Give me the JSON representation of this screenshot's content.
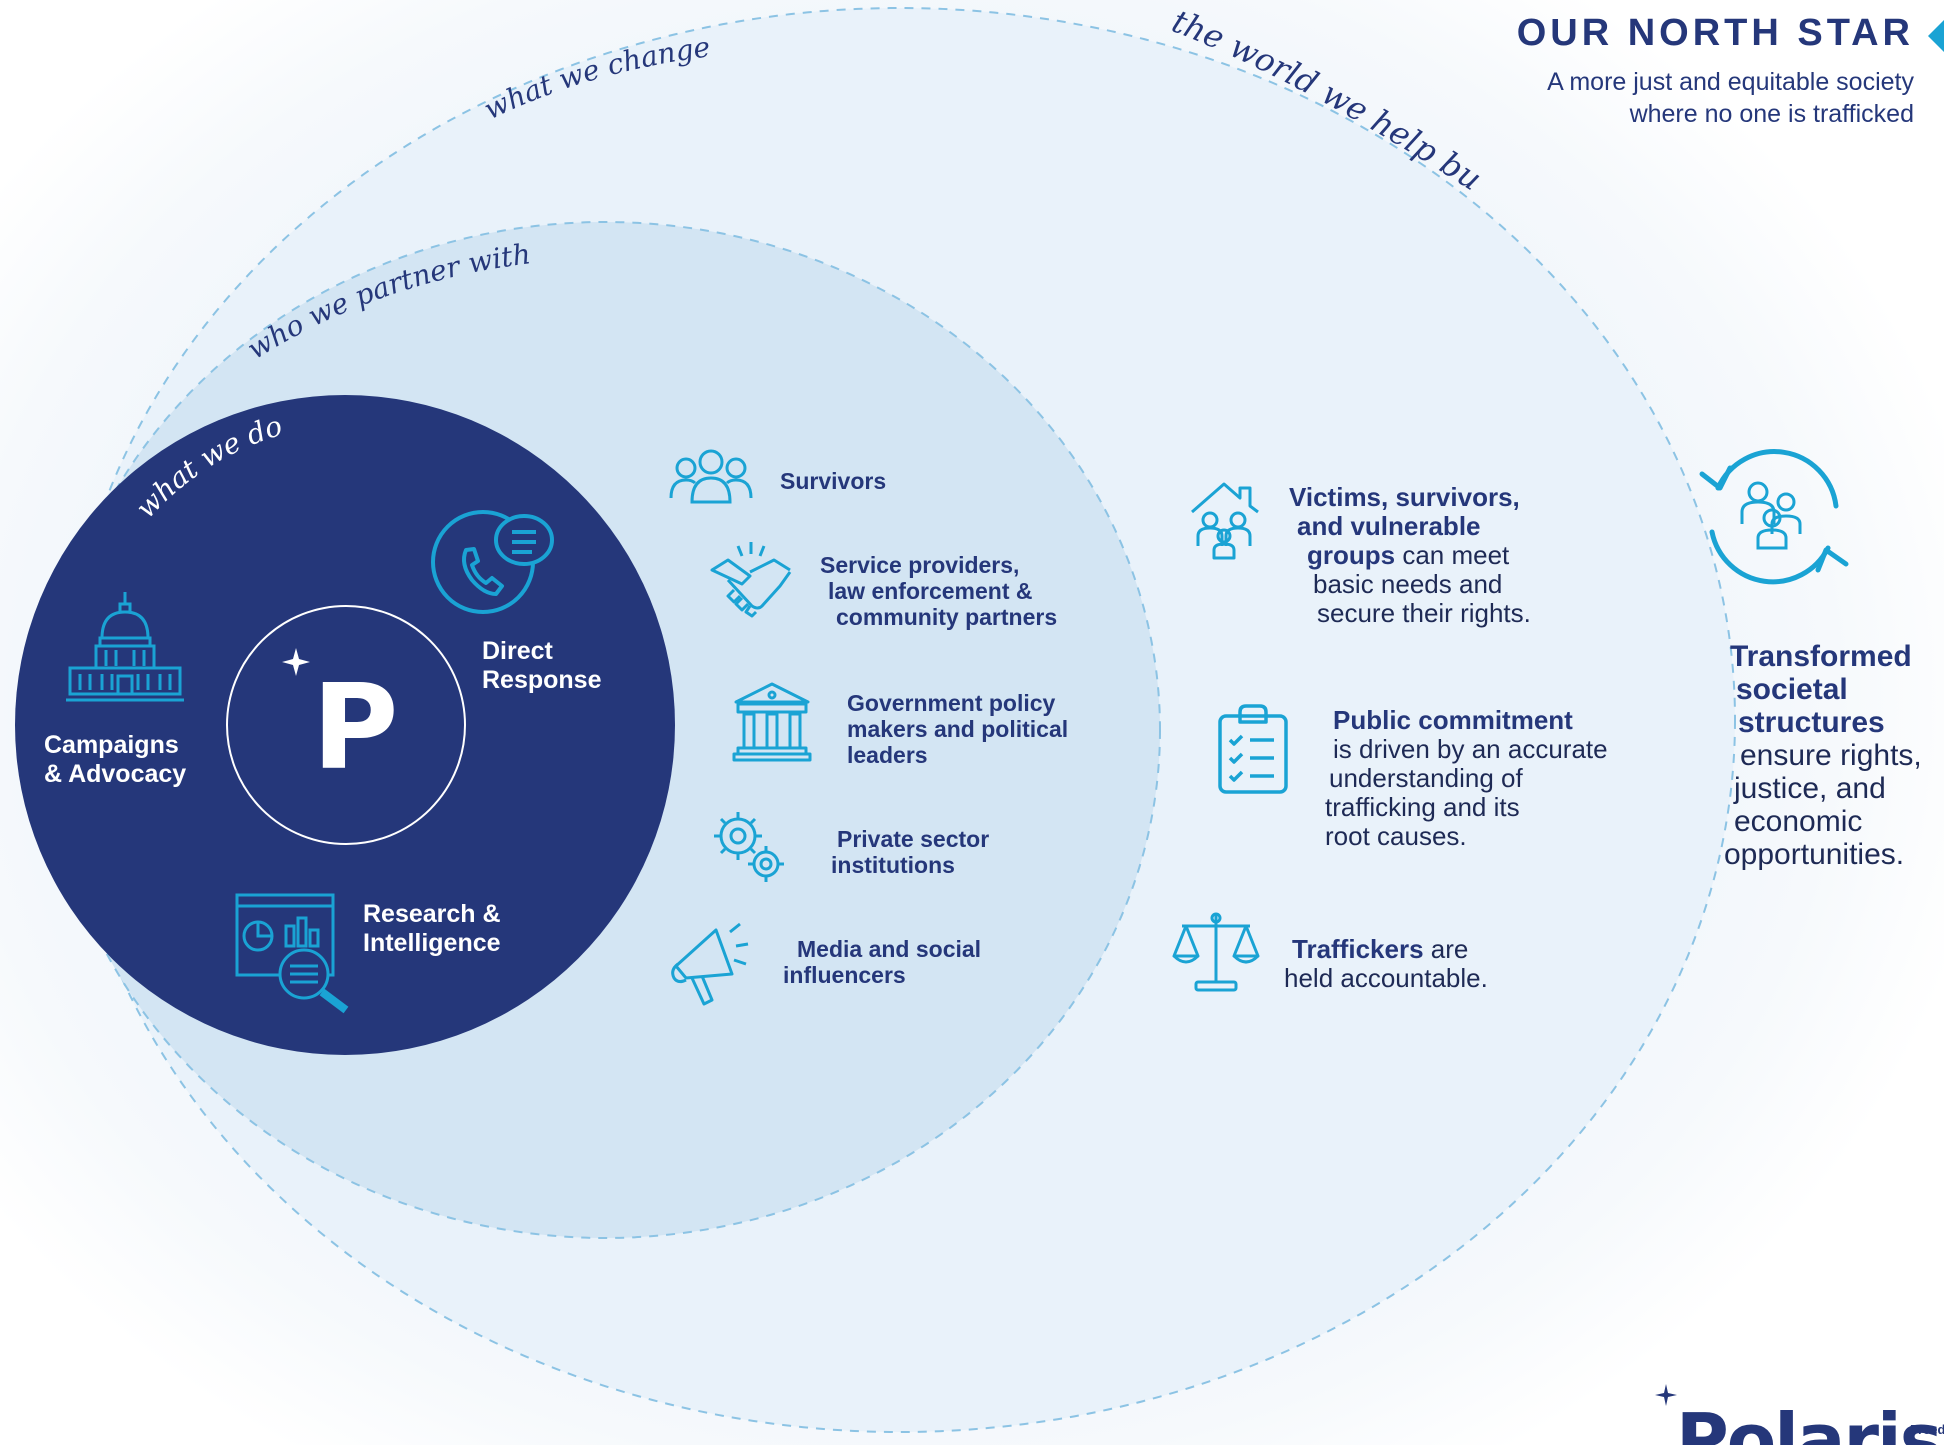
{
  "north_star": {
    "title": "OUR NORTH STAR",
    "line1": "A more just and equitable society",
    "line2": "where no one is trafficked"
  },
  "ring_labels": {
    "outer": "the world we help build",
    "change": "what we change",
    "partner": "who we partner with",
    "do": "what we do"
  },
  "core": {
    "logo_letter": "P",
    "direct_response_1": "Direct",
    "direct_response_2": "Response",
    "campaigns_1": "Campaigns",
    "campaigns_2": "& Advocacy",
    "research_1": "Research &",
    "research_2": "Intelligence"
  },
  "partners": {
    "survivors": "Survivors",
    "service_1": "Service providers,",
    "service_2": "law enforcement &",
    "service_3": "community partners",
    "gov_1": "Government policy",
    "gov_2": "makers and political",
    "gov_3": "leaders",
    "private_1": "Private sector",
    "private_2": "institutions",
    "media_1": "Media and social",
    "media_2": "influencers"
  },
  "changes": {
    "victims_b1": "Victims, survivors,",
    "victims_b2": "and vulnerable",
    "victims_b3": "groups",
    "victims_t3": " can meet",
    "victims_t4": "basic needs and",
    "victims_t5": "secure their rights.",
    "public_b1": "Public commitment",
    "public_t2": "is driven by an accurate",
    "public_t3": "understanding of",
    "public_t4": "trafficking and its",
    "public_t5": "root causes.",
    "traff_b1": "Traffickers",
    "traff_t1": " are",
    "traff_t2": "held accountable."
  },
  "north_outcome": {
    "b1": "Transformed",
    "b2": "societal",
    "b3": "structures",
    "t4": "ensure rights,",
    "t5": "justice, and",
    "t6": "economic",
    "t7": "opportunities."
  },
  "brand": {
    "name": "Polaris",
    "tag": "Freed"
  },
  "colors": {
    "navy": "#25377a",
    "accent": "#1aa3d4",
    "light_ring": "#d3e5f3",
    "dashed": "#8cc3e4"
  },
  "icons": [
    "star-icon",
    "people-group-icon",
    "handshake-icon",
    "government-building-icon",
    "gears-icon",
    "megaphone-icon",
    "house-family-icon",
    "clipboard-checklist-icon",
    "scales-icon",
    "cycle-people-icon",
    "phone-chat-icon",
    "capitol-icon",
    "research-magnifier-icon",
    "polaris-logo"
  ]
}
